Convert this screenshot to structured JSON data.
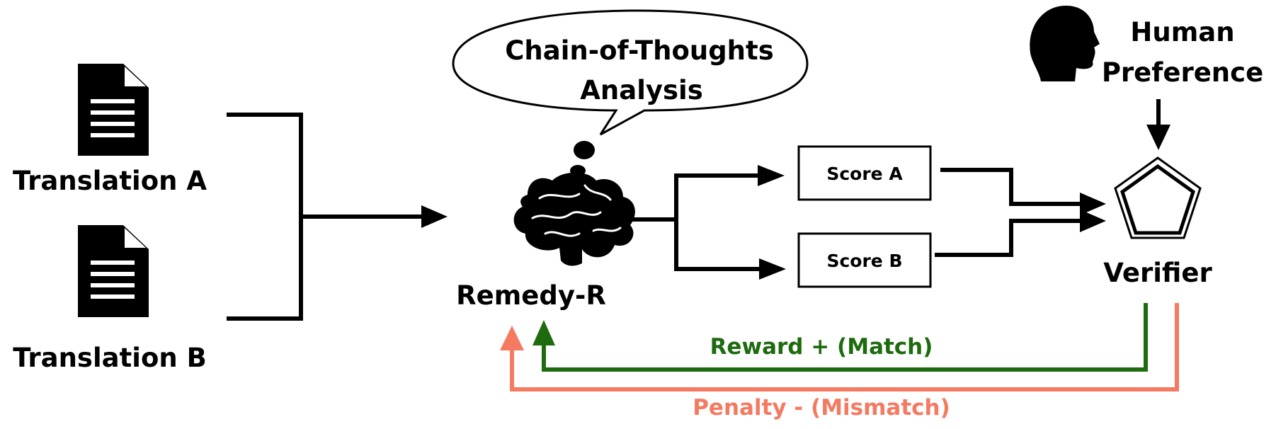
{
  "translation_a": "Translation A",
  "translation_b": "Translation B",
  "thought_bubble": {
    "line1": "Chain-of-Thoughts",
    "line2": "Analysis"
  },
  "model_name": "Remedy-R",
  "score_a": "Score A",
  "score_b": "Score B",
  "verifier": "Verifier",
  "human_preference": {
    "line1": "Human",
    "line2": "Preference"
  },
  "reward_label": "Reward + (Match)",
  "penalty_label": "Penalty - (Mismatch)",
  "colors": {
    "reward": "#1e6b0f",
    "penalty": "#f47a62",
    "ink": "#000000"
  },
  "icons": [
    "document-icon",
    "brain-icon",
    "human-head-icon",
    "pentagon-verifier-icon"
  ]
}
